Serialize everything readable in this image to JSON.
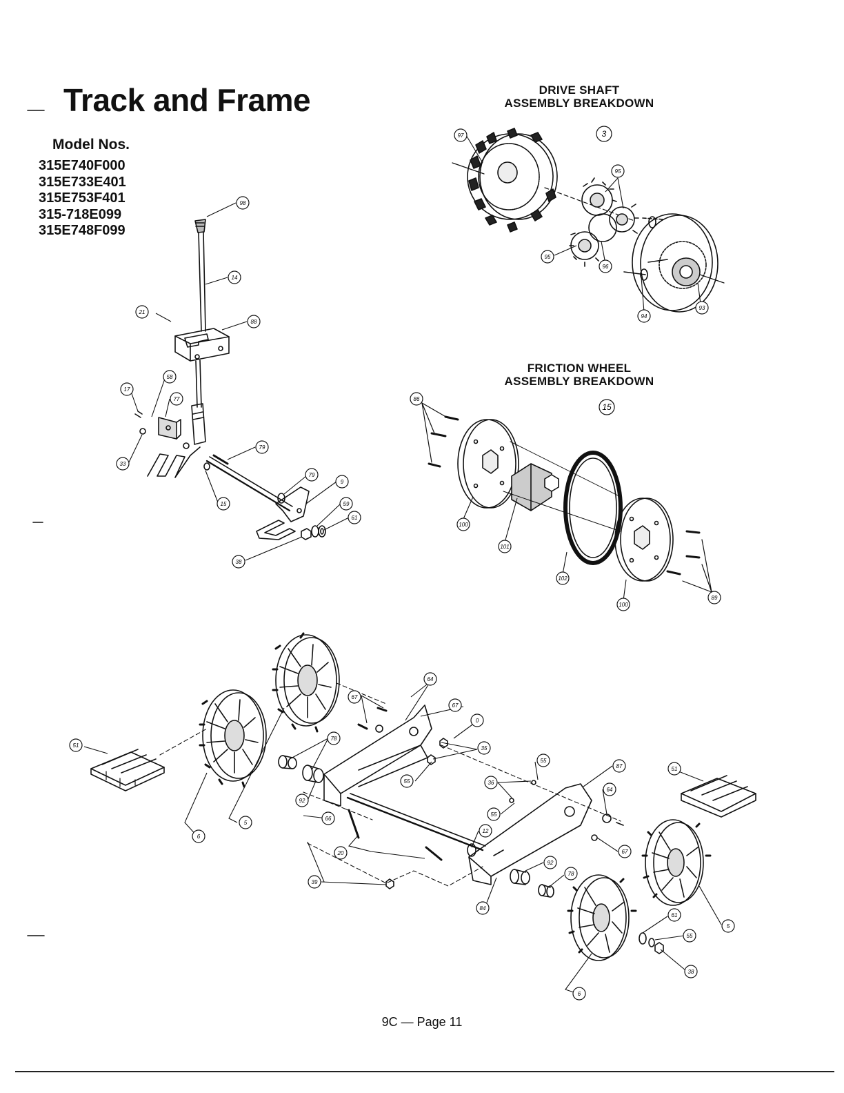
{
  "title": "Track and Frame",
  "models": {
    "label": "Model Nos.",
    "items": [
      "315E740F000",
      "315E733E401",
      "315E753F401",
      "315-718E099",
      "315E748F099"
    ]
  },
  "captions": {
    "drive_shaft": [
      "DRIVE SHAFT",
      "ASSEMBLY BREAKDOWN"
    ],
    "drive_shaft_ref": "3",
    "friction_wheel": [
      "FRICTION WHEEL",
      "ASSEMBLY BREAKDOWN"
    ],
    "friction_wheel_ref": "15"
  },
  "callouts": {
    "shift_assembly": [
      "98",
      "14",
      "21",
      "88",
      "17",
      "58",
      "77",
      "33",
      "79",
      "15",
      "79",
      "9",
      "59",
      "61",
      "38"
    ],
    "drive_shaft": [
      "97",
      "95",
      "95",
      "96",
      "94",
      "93"
    ],
    "friction_wheel": [
      "86",
      "100",
      "101",
      "102",
      "100",
      "89"
    ],
    "track_frame": [
      "51",
      "6",
      "5",
      "64",
      "67",
      "67",
      "0",
      "78",
      "35",
      "55",
      "92",
      "66",
      "55",
      "36",
      "55",
      "87",
      "64",
      "67",
      "12",
      "20",
      "39",
      "92",
      "78",
      "84",
      "51",
      "5",
      "61",
      "55",
      "38",
      "6"
    ]
  },
  "footer": "9C — Page 11",
  "colors": {
    "ink": "#111111",
    "paper": "#ffffff"
  }
}
